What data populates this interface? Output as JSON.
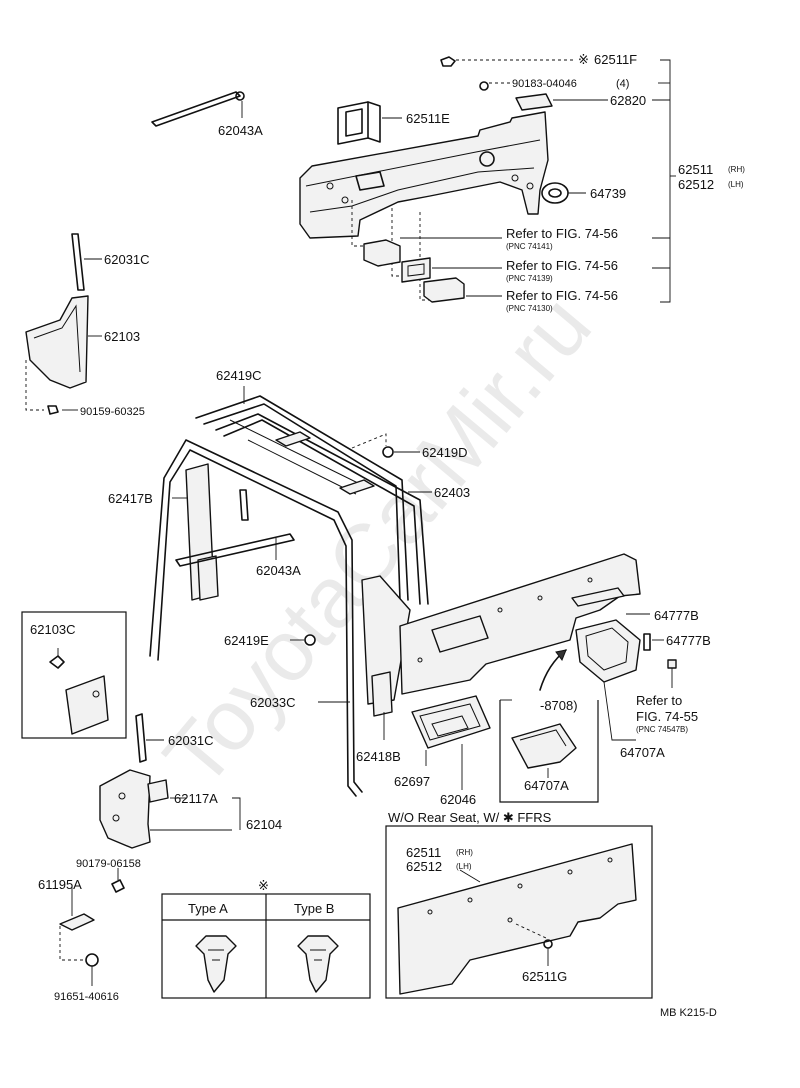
{
  "watermark": "ToyotaCarMir.ru",
  "labels": {
    "p62511F": "62511F",
    "p62511F_mark": "※",
    "p90183": "90183-04046",
    "p90183_qty": "(4)",
    "p62820": "62820",
    "p62511E": "62511E",
    "p62043A_top": "62043A",
    "p62511": "62511",
    "p62511_rh": "(RH)",
    "p62512": "62512",
    "p62512_lh": "(LH)",
    "p64739": "64739",
    "ref1": "Refer to FIG. 74-56",
    "ref1_pnc": "(PNC 74141)",
    "ref2": "Refer to FIG. 74-56",
    "ref2_pnc": "(PNC 74139)",
    "ref3": "Refer to FIG. 74-56",
    "ref3_pnc": "(PNC 74130)",
    "p62031C_top": "62031C",
    "p62103": "62103",
    "p90159": "90159-60325",
    "p62419C": "62419C",
    "p62419D": "62419D",
    "p62417B": "62417B",
    "p62403": "62403",
    "p62043A_mid": "62043A",
    "p62103C": "62103C",
    "p62419E": "62419E",
    "p64777B_a": "64777B",
    "p64777B_b": "64777B",
    "p62033C": "62033C",
    "ref4_a": "Refer to",
    "ref4_b": "FIG. 74-55",
    "ref4_pnc": "(PNC 74547B)",
    "p8708": "-8708)",
    "p62418B": "62418B",
    "p62697": "62697",
    "p64707A_in": "64707A",
    "p64707A_out": "64707A",
    "p62031C_bot": "62031C",
    "p62046": "62046",
    "p62117A": "62117A",
    "p62104": "62104",
    "p90179": "90179-06158",
    "p61195A": "61195A",
    "p91651": "91651-40616",
    "wo_title": "W/O Rear Seat, W/ ✱ FFRS",
    "p62511_b": "62511",
    "p62511_b_rh": "(RH)",
    "p62512_b": "62512",
    "p62512_b_lh": "(LH)",
    "p62511G": "62511G",
    "clip_mark": "※",
    "typeA": "Type A",
    "typeB": "Type B",
    "code": "MB  K215-D"
  }
}
